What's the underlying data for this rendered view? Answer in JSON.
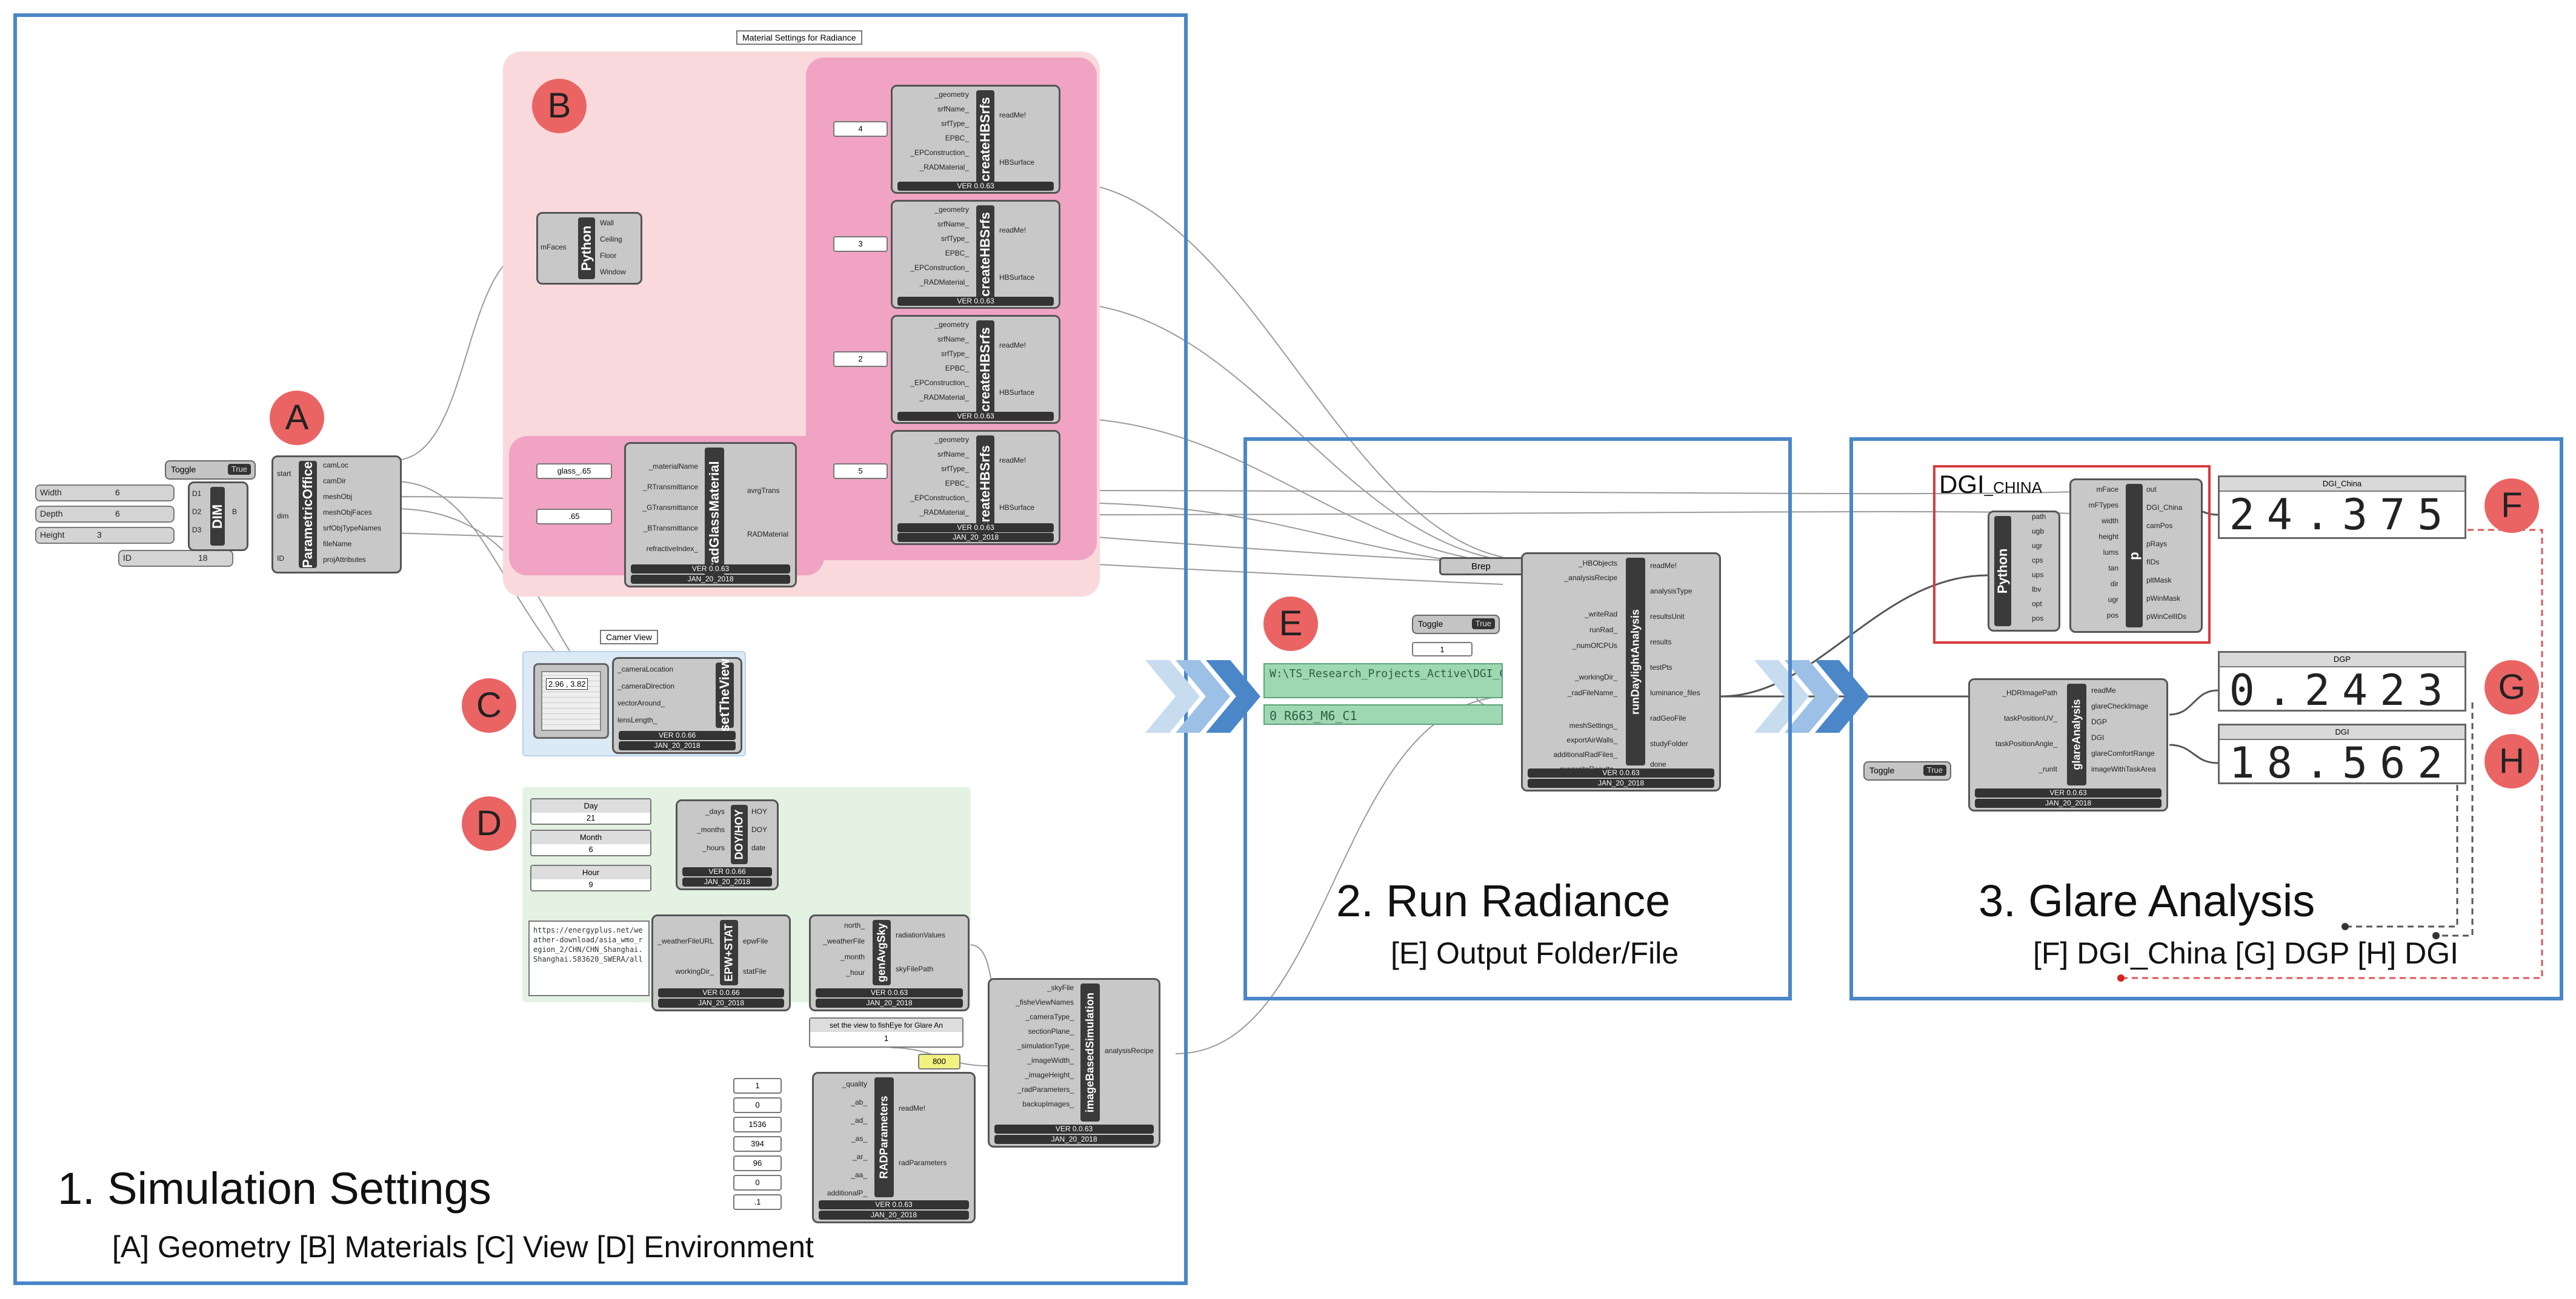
{
  "panels": {
    "sim": {
      "title": "1. Simulation Settings",
      "subtitle": "[A] Geometry [B] Materials [C] View [D] Environment"
    },
    "run": {
      "title": "2. Run Radiance",
      "subtitle": "[E] Output Folder/File"
    },
    "glare": {
      "title": "3. Glare Analysis",
      "subtitle": "[F] DGI_China  [G] DGP  [H] DGI"
    }
  },
  "badges": {
    "a": "A",
    "b": "B",
    "c": "C",
    "d": "D",
    "e": "E",
    "f": "F",
    "g": "G",
    "h": "H"
  },
  "group_titles": {
    "materials": "Material Settings for Radiance",
    "camera": "Camer View"
  },
  "inputs": {
    "toggle_label": "Toggle",
    "toggle_value": "True",
    "width_label": "Width",
    "width_value": "6",
    "depth_label": "Depth",
    "depth_value": "6",
    "height_label": "Height",
    "height_value": "3",
    "id_label": "ID",
    "id_value": "18",
    "glass_name": "glass_.65",
    "glass_val": ".65",
    "n1": "4",
    "n2": "3",
    "n3": "2",
    "n4": "5",
    "day_label": "Day",
    "day_value": "21",
    "month_label": "Month",
    "month_value": "6",
    "hour_label": "Hour",
    "hour_value": "9",
    "weather_url": "https://energyplus.net/weather-download/asia_wmo_region_2/CHN/CHN_Shanghai.Shanghai.583620_SWERA/all",
    "view_note": "set the view to fishEye for Glare An",
    "view_value": "1",
    "width_px": "800",
    "rad": [
      "1",
      "0",
      "1536",
      "394",
      "96",
      "0",
      ".1"
    ],
    "camera_coords": "2.96 , 3.82",
    "run_toggle_value": "True",
    "glare_toggle_value": "True",
    "folder": "W:\\TS_Research_Projects_Active\\DGI_China",
    "file": "0 R663_M6_C1"
  },
  "components": {
    "po": {
      "name": "ParametricOffice",
      "in": [
        "start",
        "dim",
        "ID"
      ],
      "out": [
        "camLoc",
        "camDir",
        "meshObj",
        "meshObjFaces",
        "srfObjTypeNames",
        "fileName",
        "projAttributes"
      ]
    },
    "dim": {
      "name": "DIM",
      "in": [
        "D1",
        "D2",
        "D3"
      ],
      "out": [
        "B"
      ]
    },
    "py1": {
      "name": "Python",
      "in": [
        "mFaces"
      ],
      "out": [
        "Wall",
        "Ceiling",
        "Floor",
        "Window"
      ]
    },
    "hb": {
      "name": "createHBSrfs",
      "in": [
        "_geometry",
        "srfName_",
        "srfType_",
        "EPBC_",
        "_EPConstruction_",
        "_RADMaterial_"
      ],
      "out": [
        "readMe!",
        "HBSurface"
      ],
      "ver": "VER 0.0.63"
    },
    "glass": {
      "name": "radGlassMaterial",
      "in": [
        "_materialName",
        "_RTransmittance",
        "_GTransmittance",
        "_BTransmittance",
        "refractiveIndex_"
      ],
      "out": [
        "avrgTrans",
        "RADMaterial"
      ],
      "ver": "VER 0.0.63",
      "date": "JAN_20_2018"
    },
    "view": {
      "name": "setTheView",
      "in": [
        "_cameraLocation",
        "_cameraDirection",
        "vectorAround_",
        "lensLength_"
      ],
      "ver": "VER 0.0.66",
      "date": "JAN_20_2018"
    },
    "doy": {
      "name": "DOY/HOY",
      "in": [
        "_days",
        "_months",
        "_hours"
      ],
      "out": [
        "HOY",
        "DOY",
        "date"
      ],
      "ver": "VER 0.0.66",
      "date": "JAN_20_2018"
    },
    "epw": {
      "name": "EPW+STAT",
      "in": [
        "_weatherFileURL",
        "workingDir_"
      ],
      "out": [
        "epwFile",
        "statFile"
      ],
      "ver": "VER 0.0.66",
      "date": "JAN_20_2018"
    },
    "sky": {
      "name": "genAvgSky",
      "in": [
        "north_",
        "_weatherFile",
        "_month",
        "_hour"
      ],
      "out": [
        "radiationValues",
        "skyFilePath"
      ],
      "ver": "VER 0.0.63",
      "date": "JAN_20_2018"
    },
    "radp": {
      "name": "RADParameters",
      "in": [
        "_quality",
        "_ab_",
        "_ad_",
        "_as_",
        "_ar_",
        "_aa_",
        "additionalP_"
      ],
      "out": [
        "readMe!",
        "radParameters"
      ],
      "ver": "VER 0.0.63",
      "date": "JAN_20_2018"
    },
    "ibs": {
      "name": "imageBasedSimulation",
      "in": [
        "_skyFile",
        "_fisheViewNames",
        "_cameraType_",
        "sectionPlane_",
        "_simulationType_",
        "_imageWidth_",
        "_imageHeight_",
        "_radParameters_",
        "backupImages_"
      ],
      "out": [
        "analysisRecipe"
      ],
      "ver": "VER 0.0.63",
      "date": "JAN_20_2018"
    },
    "brep": {
      "name": "Brep"
    },
    "daylight": {
      "name": "runDaylightAnalysis",
      "in": [
        "_HBObjects",
        "_analysisRecipe",
        "_writeRad",
        "runRad_",
        "_numOfCPUs",
        "_workingDir_",
        "_radFileName_",
        "meshSettings_",
        "exportAirWalls_",
        "additionalRadFiles_",
        "overwriteResults_"
      ],
      "out": [
        "readMe!",
        "analysisType",
        "resultsUnit",
        "results",
        "testPts",
        "luminance_files",
        "radGeoFile",
        "studyFolder",
        "done"
      ],
      "ver": "VER 0.0.63",
      "date": "JAN_20_2018"
    },
    "py2": {
      "name": "Python",
      "in": [
        "path",
        "ugb",
        "ugr",
        "cps",
        "ups",
        "lbv",
        "opt",
        "pos"
      ]
    },
    "p": {
      "name": "p",
      "in": [
        "mFace",
        "mFTypes",
        "width",
        "height",
        "lums",
        "tan",
        "dir",
        "ugr",
        "pos"
      ],
      "out": [
        "out",
        "DGI_China",
        "camPos",
        "pRays",
        "fIDs",
        "pltMask",
        "pWinMask",
        "pWinCellIDs"
      ]
    },
    "glare": {
      "name": "glareAnalysis",
      "in": [
        "_HDRImagePath",
        "taskPositionUV_",
        "taskPositionAngle_",
        "_runIt"
      ],
      "out": [
        "readMe",
        "glareCheckImage",
        "DGP",
        "DGI",
        "glareComfortRange",
        "imageWithTaskArea"
      ],
      "ver": "VER 0.0.63",
      "date": "JAN_20_2018"
    }
  },
  "displays": {
    "dgi_china": {
      "label": "DGI_China",
      "value": "24.375"
    },
    "dgp": {
      "label": "DGP",
      "value": "0.2423"
    },
    "dgi": {
      "label": "DGI",
      "value": "18.562"
    }
  },
  "dgi_china_tag": {
    "main": "DGI",
    "sub": "_CHINA"
  }
}
